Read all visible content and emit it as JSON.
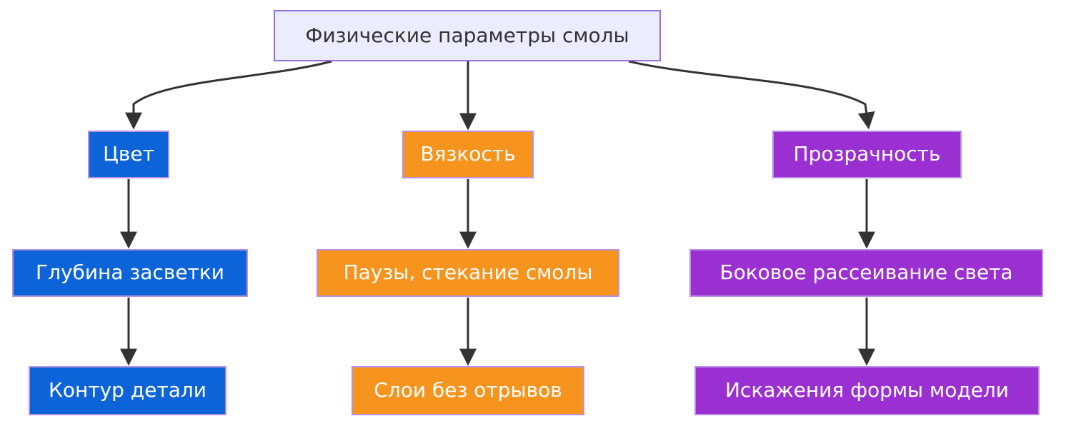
{
  "diagram": {
    "type": "flowchart",
    "root": {
      "label": "Физические параметры смолы"
    },
    "branches": [
      {
        "theme": "blue",
        "fill": "#0d64d9",
        "level2": "Цвет",
        "level3": "Глубина засветки",
        "level4": "Контур детали"
      },
      {
        "theme": "orange",
        "fill": "#f7941e",
        "level2": "Вязкость",
        "level3": "Паузы, стекание смолы",
        "level4": "Слои без отрывов"
      },
      {
        "theme": "purple",
        "fill": "#9b30d2",
        "level2": "Прозрачность",
        "level3": "Боковое рассеивание света",
        "level4": "Искажения формы модели"
      }
    ],
    "edges": [
      {
        "from": "Физические параметры смолы",
        "to": "Цвет"
      },
      {
        "from": "Физические параметры смолы",
        "to": "Вязкость"
      },
      {
        "from": "Физические параметры смолы",
        "to": "Прозрачность"
      },
      {
        "from": "Цвет",
        "to": "Глубина засветки"
      },
      {
        "from": "Глубина засветки",
        "to": "Контур детали"
      },
      {
        "from": "Вязкость",
        "to": "Паузы, стекание смолы"
      },
      {
        "from": "Паузы, стекание смолы",
        "to": "Слои без отрывов"
      },
      {
        "from": "Прозрачность",
        "to": "Боковое рассеивание света"
      },
      {
        "from": "Боковое рассеивание света",
        "to": "Искажения формы модели"
      }
    ],
    "colors": {
      "root_fill": "#ececff",
      "root_border": "#9370db",
      "node_border": "#ba90e0",
      "root_text": "#333333",
      "node_text": "#ffffff",
      "arrow": "#333333"
    }
  }
}
